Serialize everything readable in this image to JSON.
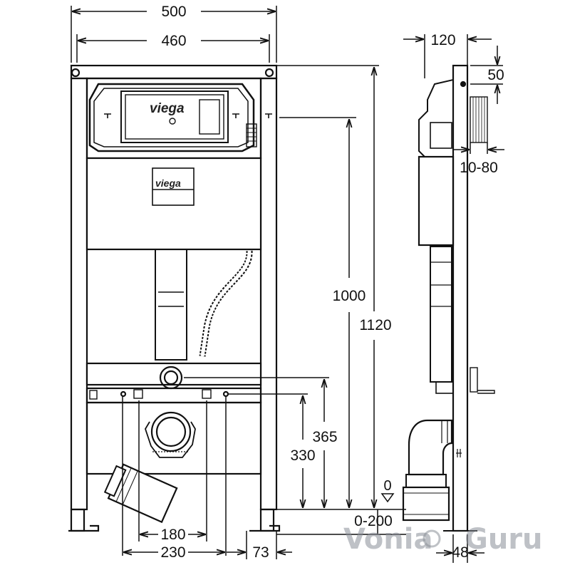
{
  "dimensions": {
    "width_outer": "500",
    "width_inner": "460",
    "depth": "120",
    "offset_top": "50",
    "range_side": "10-80",
    "height_1000": "1000",
    "height_1120": "1120",
    "height_365": "365",
    "height_330": "330",
    "zero_mark": "0",
    "floor_range": "0-200",
    "spacing_180": "180",
    "spacing_230": "230",
    "foot_73": "73",
    "foot_48": "48"
  },
  "brand": {
    "logo_top": "viega",
    "logo_plate": "viega"
  },
  "watermark": {
    "part1": "Vonia",
    "part2": "Guru"
  }
}
